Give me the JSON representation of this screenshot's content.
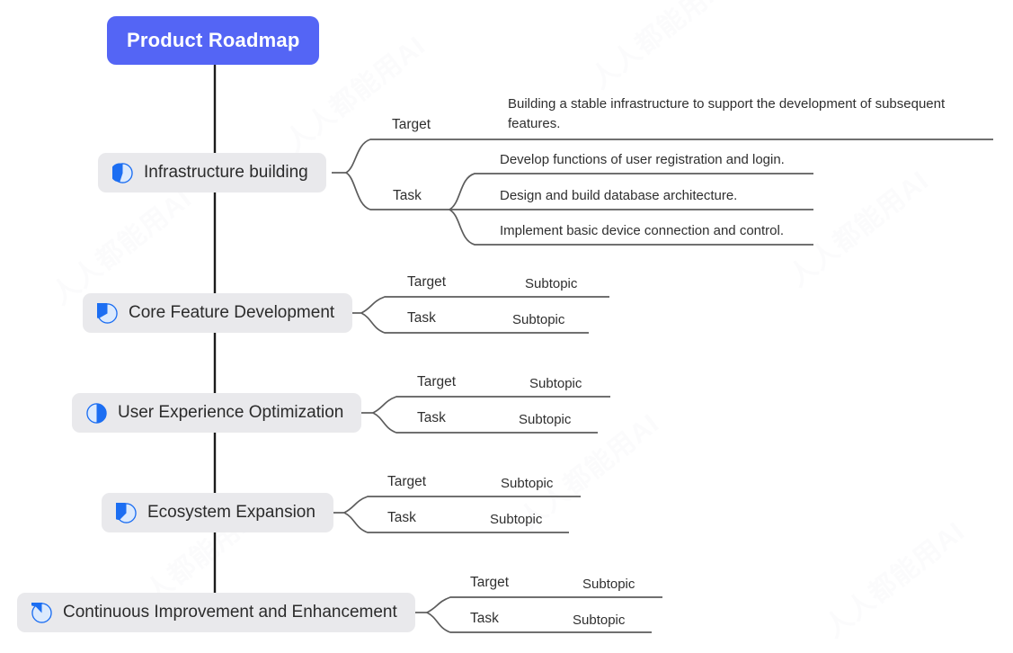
{
  "diagram": {
    "type": "mind-map",
    "root": {
      "label": "Product Roadmap",
      "color": "#5465f5",
      "text_color": "#ffffff"
    },
    "node_fill": "#e9e9ec",
    "line_color": "#5c5c5c",
    "trunk_color": "#1b1b1b",
    "icon_color": "#1c6ef2"
  },
  "branches": [
    {
      "label": "Infrastructure building",
      "icon": "pie-progress-icon",
      "progress": 70,
      "groups": [
        {
          "label": "Target",
          "items": [
            "Building a stable infrastructure to support the development of subsequent features."
          ]
        },
        {
          "label": "Task",
          "items": [
            "Develop functions of user registration and login.",
            "Design and build database architecture.",
            "Implement basic device connection and control."
          ]
        }
      ]
    },
    {
      "label": "Core Feature Development",
      "icon": "pie-progress-icon",
      "progress": 55,
      "groups": [
        {
          "label": "Target",
          "items": [
            "Subtopic"
          ]
        },
        {
          "label": "Task",
          "items": [
            "Subtopic"
          ]
        }
      ]
    },
    {
      "label": "User Experience Optimization",
      "icon": "pie-progress-icon",
      "progress": 50,
      "groups": [
        {
          "label": "Target",
          "items": [
            "Subtopic"
          ]
        },
        {
          "label": "Task",
          "items": [
            "Subtopic"
          ]
        }
      ]
    },
    {
      "label": "Ecosystem Expansion",
      "icon": "pie-progress-icon",
      "progress": 68,
      "groups": [
        {
          "label": "Target",
          "items": [
            "Subtopic"
          ]
        },
        {
          "label": "Task",
          "items": [
            "Subtopic"
          ]
        }
      ]
    },
    {
      "label": "Continuous Improvement and Enhancement",
      "icon": "pie-progress-icon",
      "progress": 87,
      "groups": [
        {
          "label": "Target",
          "items": [
            "Subtopic"
          ]
        },
        {
          "label": "Task",
          "items": [
            "Subtopic"
          ]
        }
      ]
    }
  ],
  "watermark": {
    "text": "人人都能用AI"
  }
}
